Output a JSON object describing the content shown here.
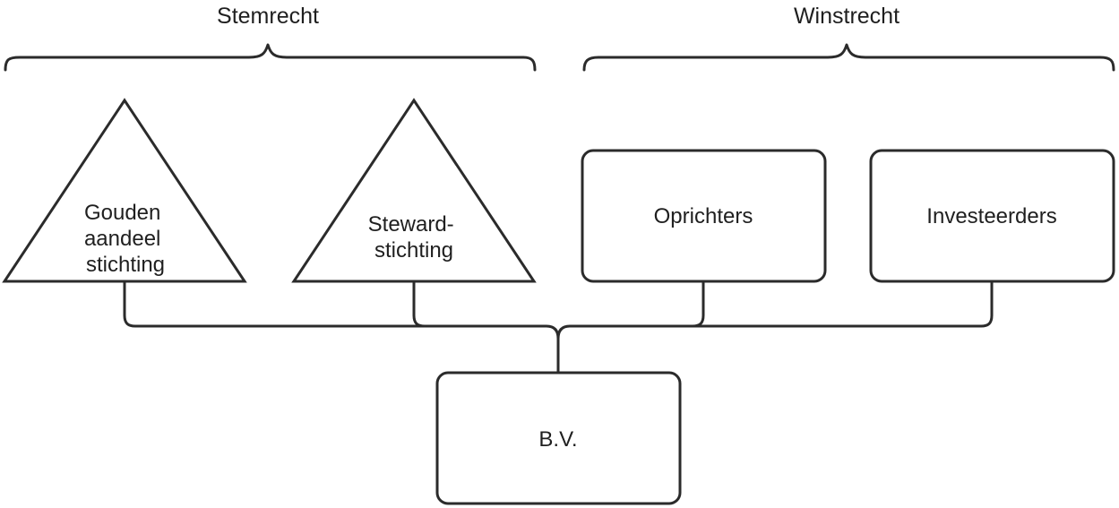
{
  "groups": {
    "voting": {
      "label": "Stemrecht"
    },
    "profit": {
      "label": "Winstrecht"
    }
  },
  "nodes": {
    "golden_share_foundation": {
      "lines": [
        "Gouden",
        "aandeel",
        "stichting"
      ]
    },
    "steward_foundation": {
      "lines": [
        "Steward-",
        "stichting"
      ]
    },
    "founders": {
      "label": "Oprichters"
    },
    "investors": {
      "label": "Investeerders"
    },
    "bv": {
      "label": "B.V."
    }
  },
  "colors": {
    "stroke": "#2b2b2b",
    "text": "#1f1f1f",
    "background": "#ffffff"
  }
}
